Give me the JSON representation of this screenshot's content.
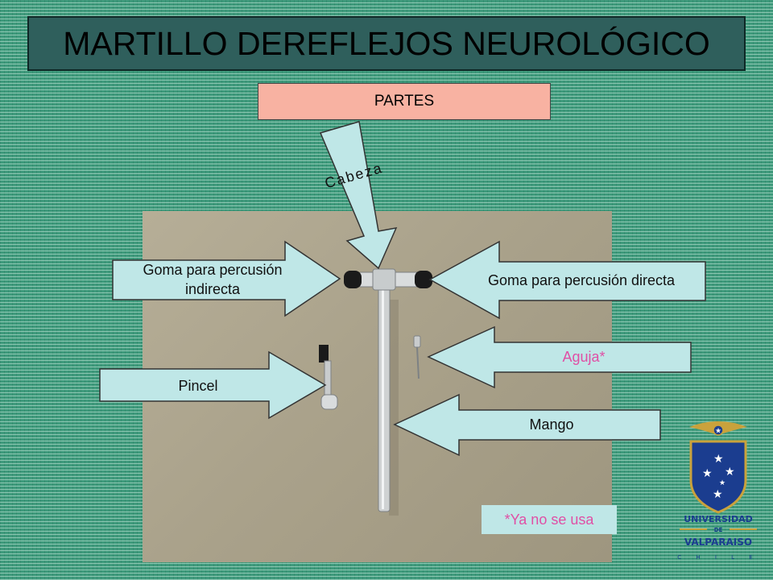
{
  "title": "MARTILLO DEREFLEJOS NEUROLÓGICO",
  "subtitle": "PARTES",
  "labels": {
    "cabeza": "Cabeza",
    "goma_indirecta_line1": "Goma para percusión",
    "goma_indirecta_line2": "indirecta",
    "goma_directa": "Goma para percusión directa",
    "aguja": "Aguja*",
    "pincel": "Pincel",
    "mango": "Mango"
  },
  "footnote": "*Ya no se usa",
  "logo": {
    "line1": "UNIVERSIDAD",
    "line2": "DE",
    "line3": "VALPARAISO",
    "line4": "C H I L E"
  },
  "colors": {
    "background": "#3f9a7c",
    "title_box": "#2f5f5c",
    "partes_box": "#f8b2a2",
    "arrow_fill": "#bfe7e7",
    "aguja_text": "#e04fa5",
    "logo_blue": "#1b3d8f",
    "logo_gold": "#c9a23c"
  }
}
